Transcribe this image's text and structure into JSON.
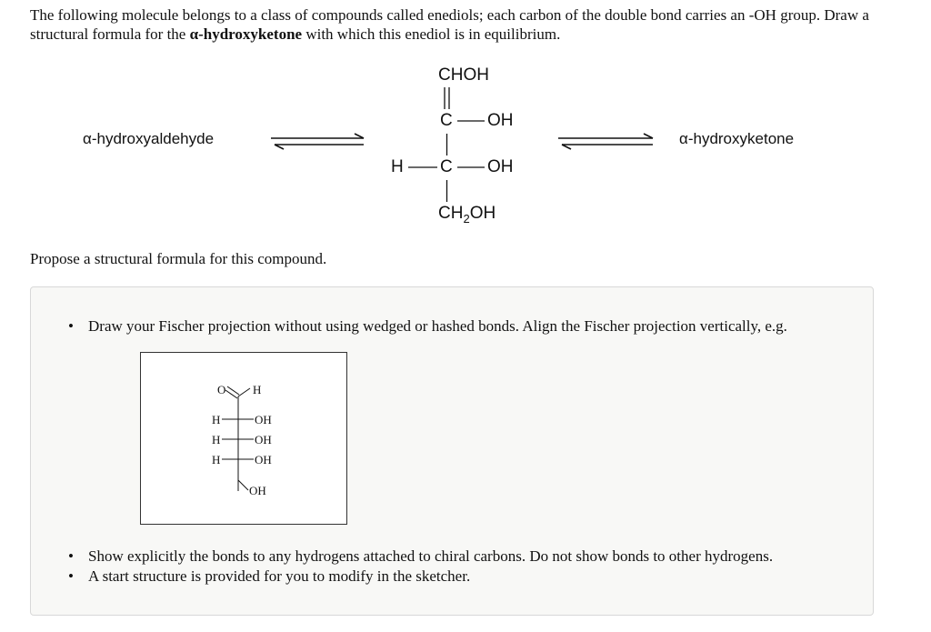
{
  "question": {
    "part1": "The following molecule belongs to a class of compounds called enediols; each carbon of the double bond carries an -OH group. Draw a structural formula for the ",
    "bold": "α-hydroxyketone",
    "part2": " with which this enediol is in equilibrium."
  },
  "equilibrium": {
    "left_label": "α-hydroxyaldehyde",
    "right_label": "α-hydroxyketone",
    "molecule": {
      "top_group": "CHOH",
      "c1": "C",
      "c1_sub": "OH",
      "c2_left": "H",
      "c2": "C",
      "c2_sub": "OH",
      "bottom_main": "CH",
      "bottom_sub": "2",
      "bottom_end": "OH"
    }
  },
  "propose": "Propose a structural formula for this compound.",
  "instructions": {
    "bullet1": "Draw your Fischer projection without using wedged or hashed bonds. Align the Fischer projection vertically, e.g.",
    "bullet2": "Show explicitly the bonds to any hydrogens attached to chiral carbons. Do not show bonds to other hydrogens.",
    "bullet3": "A start structure is provided for you to modify in the sketcher."
  },
  "example": {
    "o": "O",
    "h_top": "H",
    "h1": "H",
    "oh1": "OH",
    "h2": "H",
    "oh2": "OH",
    "h3": "H",
    "oh3": "OH",
    "oh_bottom": "OH"
  }
}
